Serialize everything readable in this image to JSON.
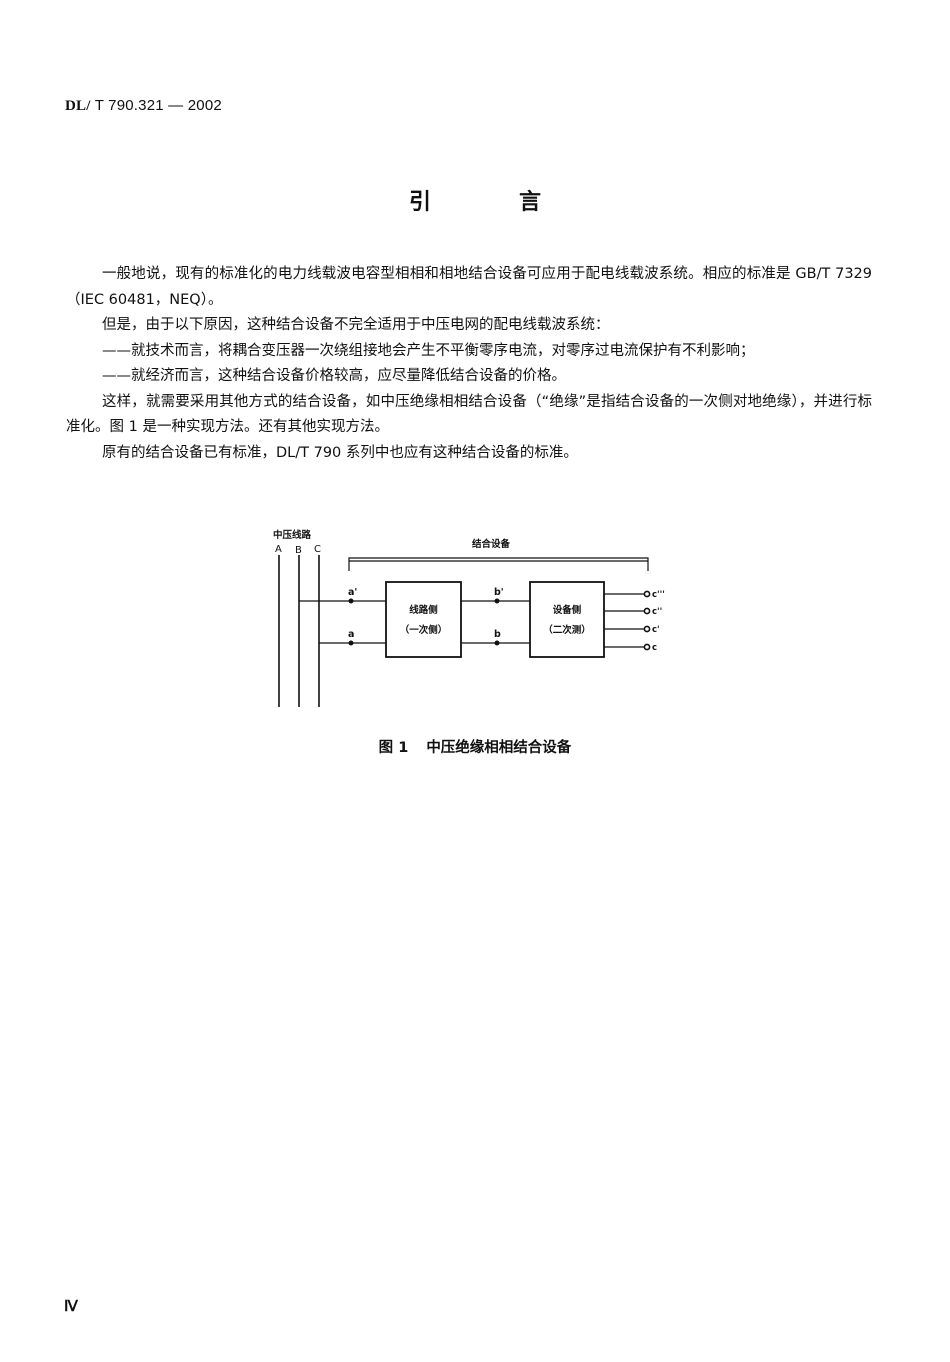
{
  "header": {
    "std_prefix": "DL/",
    "std_code": "T 790.321 — 2002"
  },
  "title": {
    "char1": "引",
    "char2": "言"
  },
  "paragraphs": [
    "一般地说，现有的标准化的电力线载波电容型相相和相地结合设备可应用于配电线载波系统。相应的标准是 GB/T 7329（IEC 60481，NEQ）。",
    "但是，由于以下原因，这种结合设备不完全适用于中压电网的配电线载波系统：",
    "——就技术而言，将耦合变压器一次绕组接地会产生不平衡零序电流，对零序过电流保护有不利影响；",
    "——就经济而言，这种结合设备价格较高，应尽量降低结合设备的价格。",
    "这样，就需要采用其他方式的结合设备，如中压绝缘相相结合设备（“绝缘”是指结合设备的一次侧对地绝缘），并进行标准化。图 1 是一种实现方法。还有其他实现方法。",
    "原有的结合设备已有标准，DL/T 790 系列中也应有这种结合设备的标准。"
  ],
  "figure": {
    "line_group_label": "中压线路",
    "phases": [
      "A",
      "B",
      "C"
    ],
    "bracket_label": "结合设备",
    "left_box": {
      "line1": "线路侧",
      "line2": "（一次侧）"
    },
    "right_box": {
      "line1": "设备侧",
      "line2": "（二次测）"
    },
    "nodes": {
      "a_prime": "a'",
      "a": "a",
      "b_prime": "b'",
      "b": "b"
    },
    "outputs": [
      "c'''",
      "c''",
      "c'",
      "c"
    ],
    "caption_number": "图 1",
    "caption_text": "中压绝缘相相结合设备"
  },
  "footer": {
    "page_number": "Ⅳ"
  }
}
